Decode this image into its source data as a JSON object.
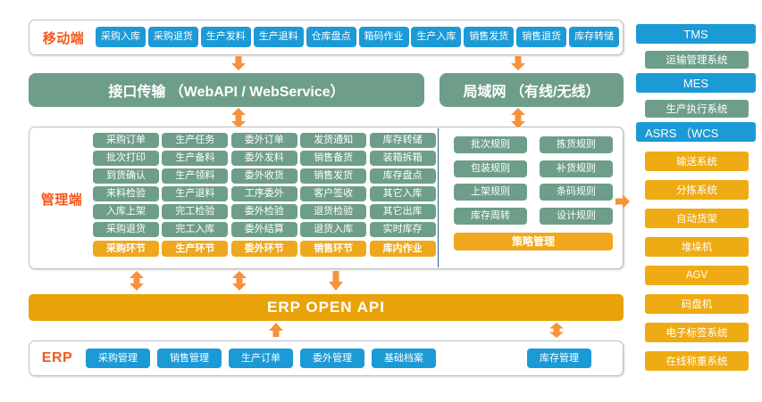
{
  "diagram": {
    "title_hidden": "",
    "colors": {
      "blue": "#1C9AD6",
      "green": "#6E9E8A",
      "orange": "#EFA81E",
      "gold": "#E9A209",
      "label_red": "#F4591E",
      "arrow": "#F6923C",
      "divider": "#2F5C9E",
      "panel_border": "#BFBFBF"
    }
  },
  "mobile_row": {
    "label": "移动端",
    "items": [
      "采购入库",
      "采购退货",
      "生产发料",
      "生产退料",
      "仓库盘点",
      "箱码作业",
      "生产入库",
      "销售发货",
      "销售退货",
      "库存转储"
    ]
  },
  "transport_band": {
    "interface": "接口传输 （WebAPI / WebService）",
    "lan": "局域网 （有线/无线）"
  },
  "management": {
    "label": "管理端",
    "columns": [
      {
        "footer": "采购环节",
        "items": [
          "采购订单",
          "批次打印",
          "到货确认",
          "来料检验",
          "入库上架",
          "采购退货"
        ]
      },
      {
        "footer": "生产环节",
        "items": [
          "生产任务",
          "生产备料",
          "生产领料",
          "生产退料",
          "完工检验",
          "完工入库"
        ]
      },
      {
        "footer": "委外环节",
        "items": [
          "委外订单",
          "委外发料",
          "委外收货",
          "工序委外",
          "委外检验",
          "委外结算"
        ]
      },
      {
        "footer": "销售环节",
        "items": [
          "发货通知",
          "销售备货",
          "销售发货",
          "客户签收",
          "退货检验",
          "退货入库"
        ]
      },
      {
        "footer": "库内作业",
        "items": [
          "库存转储",
          "装箱拆箱",
          "库存盘点",
          "其它入库",
          "其它出库",
          "实时库存"
        ]
      }
    ],
    "rules": {
      "footer": "策略管理",
      "items": [
        "批次规则",
        "拣货规则",
        "包装规则",
        "补货规则",
        "上架规则",
        "条码规则",
        "库存周转",
        "设计规则"
      ]
    }
  },
  "open_api": {
    "label": "ERP  OPEN API"
  },
  "erp_row": {
    "label": "ERP",
    "items": [
      "采购管理",
      "销售管理",
      "生产订单",
      "委外管理",
      "基础档案"
    ],
    "trailing_item": "库存管理"
  },
  "right_column": {
    "groups": [
      {
        "header": "TMS",
        "sub": "运输管理系统"
      },
      {
        "header": "MES",
        "sub": "生产执行系统"
      },
      {
        "header": "ASRS  （WCS"
      }
    ],
    "asrs_items": [
      "输送系统",
      "分拣系统",
      "自动货架",
      "堆垛机",
      "AGV",
      "码盘机",
      "电子标签系统",
      "在线称重系统"
    ]
  }
}
